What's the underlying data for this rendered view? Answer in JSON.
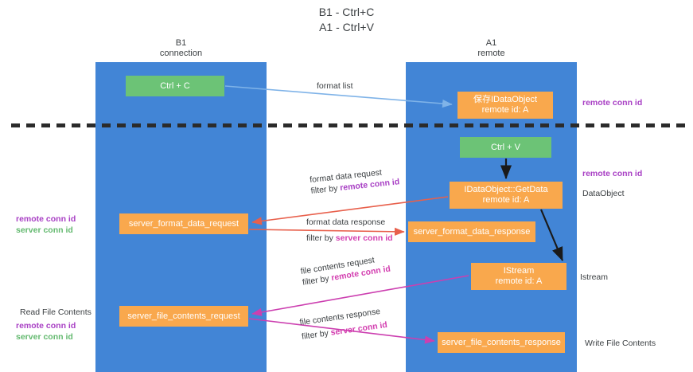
{
  "heading": {
    "line1": "B1 - Ctrl+C",
    "line2": "A1 - Ctrl+V"
  },
  "lanes": [
    {
      "id": "b1",
      "title": "B1",
      "subtitle": "connection",
      "color": "#4285d6"
    },
    {
      "id": "a1",
      "title": "A1",
      "subtitle": "remote",
      "color": "#4285d6"
    }
  ],
  "colors": {
    "lane": "#4285d6",
    "box_orange": "#f9a84d",
    "box_green": "#6cc376",
    "purple": "#a83fc4",
    "green_text": "#63b96f",
    "magenta": "#d33fb0",
    "arrow_light_blue": "#7fb3e8",
    "arrow_red": "#e8604c",
    "arrow_magenta": "#cc3fb0",
    "arrow_black": "#1a1a1a",
    "dashed_line": "#2b2b2b"
  },
  "boxes": {
    "ctrl_c": {
      "label": "Ctrl + C",
      "style": "green"
    },
    "save_idataobject": {
      "line1": "保存IDataObject",
      "line2": "remote id: A",
      "style": "orange"
    },
    "ctrl_v": {
      "label": "Ctrl + V",
      "style": "green"
    },
    "get_data": {
      "line1": "IDataObject::GetData",
      "line2": "remote id: A",
      "style": "orange"
    },
    "server_format_data_request": {
      "label": "server_format_data_request",
      "style": "orange"
    },
    "server_format_data_response": {
      "label": "server_format_data_response",
      "style": "orange"
    },
    "istream": {
      "line1": "IStream",
      "line2": "remote id: A",
      "style": "orange"
    },
    "server_file_contents_request": {
      "label": "server_file_contents_request",
      "style": "orange"
    },
    "server_file_contents_response": {
      "label": "server_file_contents_response",
      "style": "orange"
    }
  },
  "edge_labels": {
    "format_list": {
      "text": "format list"
    },
    "format_data_request": {
      "line1": "format data request",
      "filter_prefix": "filter by ",
      "filter_key": "remote conn id"
    },
    "format_data_response": {
      "line1": "format data response",
      "filter_prefix": "filter by ",
      "filter_key": "server conn id"
    },
    "file_contents_request": {
      "line1": "file contents request",
      "filter_prefix": "filter by ",
      "filter_key": "remote conn id"
    },
    "file_contents_response": {
      "line1": "file contents response",
      "filter_prefix": "filter by ",
      "filter_key": "server conn id"
    }
  },
  "right_annotations": {
    "remote_conn_id_top": "remote conn id",
    "remote_conn_id_mid": "remote conn id",
    "dataobject": "DataObject",
    "istream": "Istream",
    "write_file_contents": "Write File Contents"
  },
  "left_annotations": {
    "remote_conn_id_1": "remote conn id",
    "server_conn_id_1": "server conn id",
    "read_file_contents": "Read File Contents",
    "remote_conn_id_2": "remote conn id",
    "server_conn_id_2": "server conn id"
  }
}
